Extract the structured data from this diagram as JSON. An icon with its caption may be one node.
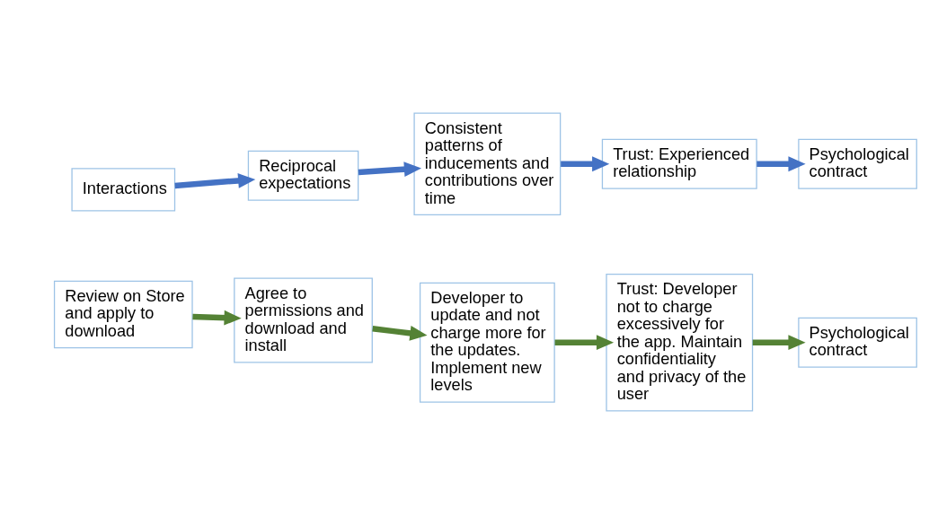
{
  "diagram": {
    "nodes": [
      {
        "text": [
          "Interactions"
        ]
      },
      {
        "text": [
          "Reciprocal expectations"
        ]
      },
      {
        "text": [
          "Consistent patterns of inducements and contributions over time"
        ]
      },
      {
        "text": [
          "Trust: Experienced relationship"
        ]
      },
      {
        "text": [
          "Psychological contract"
        ]
      },
      {
        "text": [
          "Review on Store and apply to download"
        ]
      },
      {
        "text": [
          "Agree to permissions and download and install"
        ]
      },
      {
        "text": [
          "Developer to update and not charge more for the updates. Implement new levels"
        ]
      },
      {
        "text": [
          "Trust: Developer not to charge excessively for the app. Maintain confidentiality and privacy of the user"
        ]
      },
      {
        "text": [
          "Psychological contract"
        ]
      }
    ],
    "edges": [
      {
        "from": 0,
        "to": 1,
        "arrow": "to",
        "color": "#4472c4"
      },
      {
        "from": 1,
        "to": 2,
        "arrow": "to",
        "color": "#4472c4"
      },
      {
        "from": 2,
        "to": 3,
        "arrow": "to",
        "color": "#4472c4"
      },
      {
        "from": 3,
        "to": 4,
        "arrow": "to",
        "color": "#4472c4"
      },
      {
        "from": 5,
        "to": 6,
        "arrow": "to",
        "color": "#548235"
      },
      {
        "from": 6,
        "to": 7,
        "arrow": "to",
        "color": "#548235"
      },
      {
        "from": 7,
        "to": 8,
        "arrow": "to",
        "color": "#548235"
      },
      {
        "from": 8,
        "to": 9,
        "arrow": "to",
        "color": "#548235"
      }
    ]
  }
}
